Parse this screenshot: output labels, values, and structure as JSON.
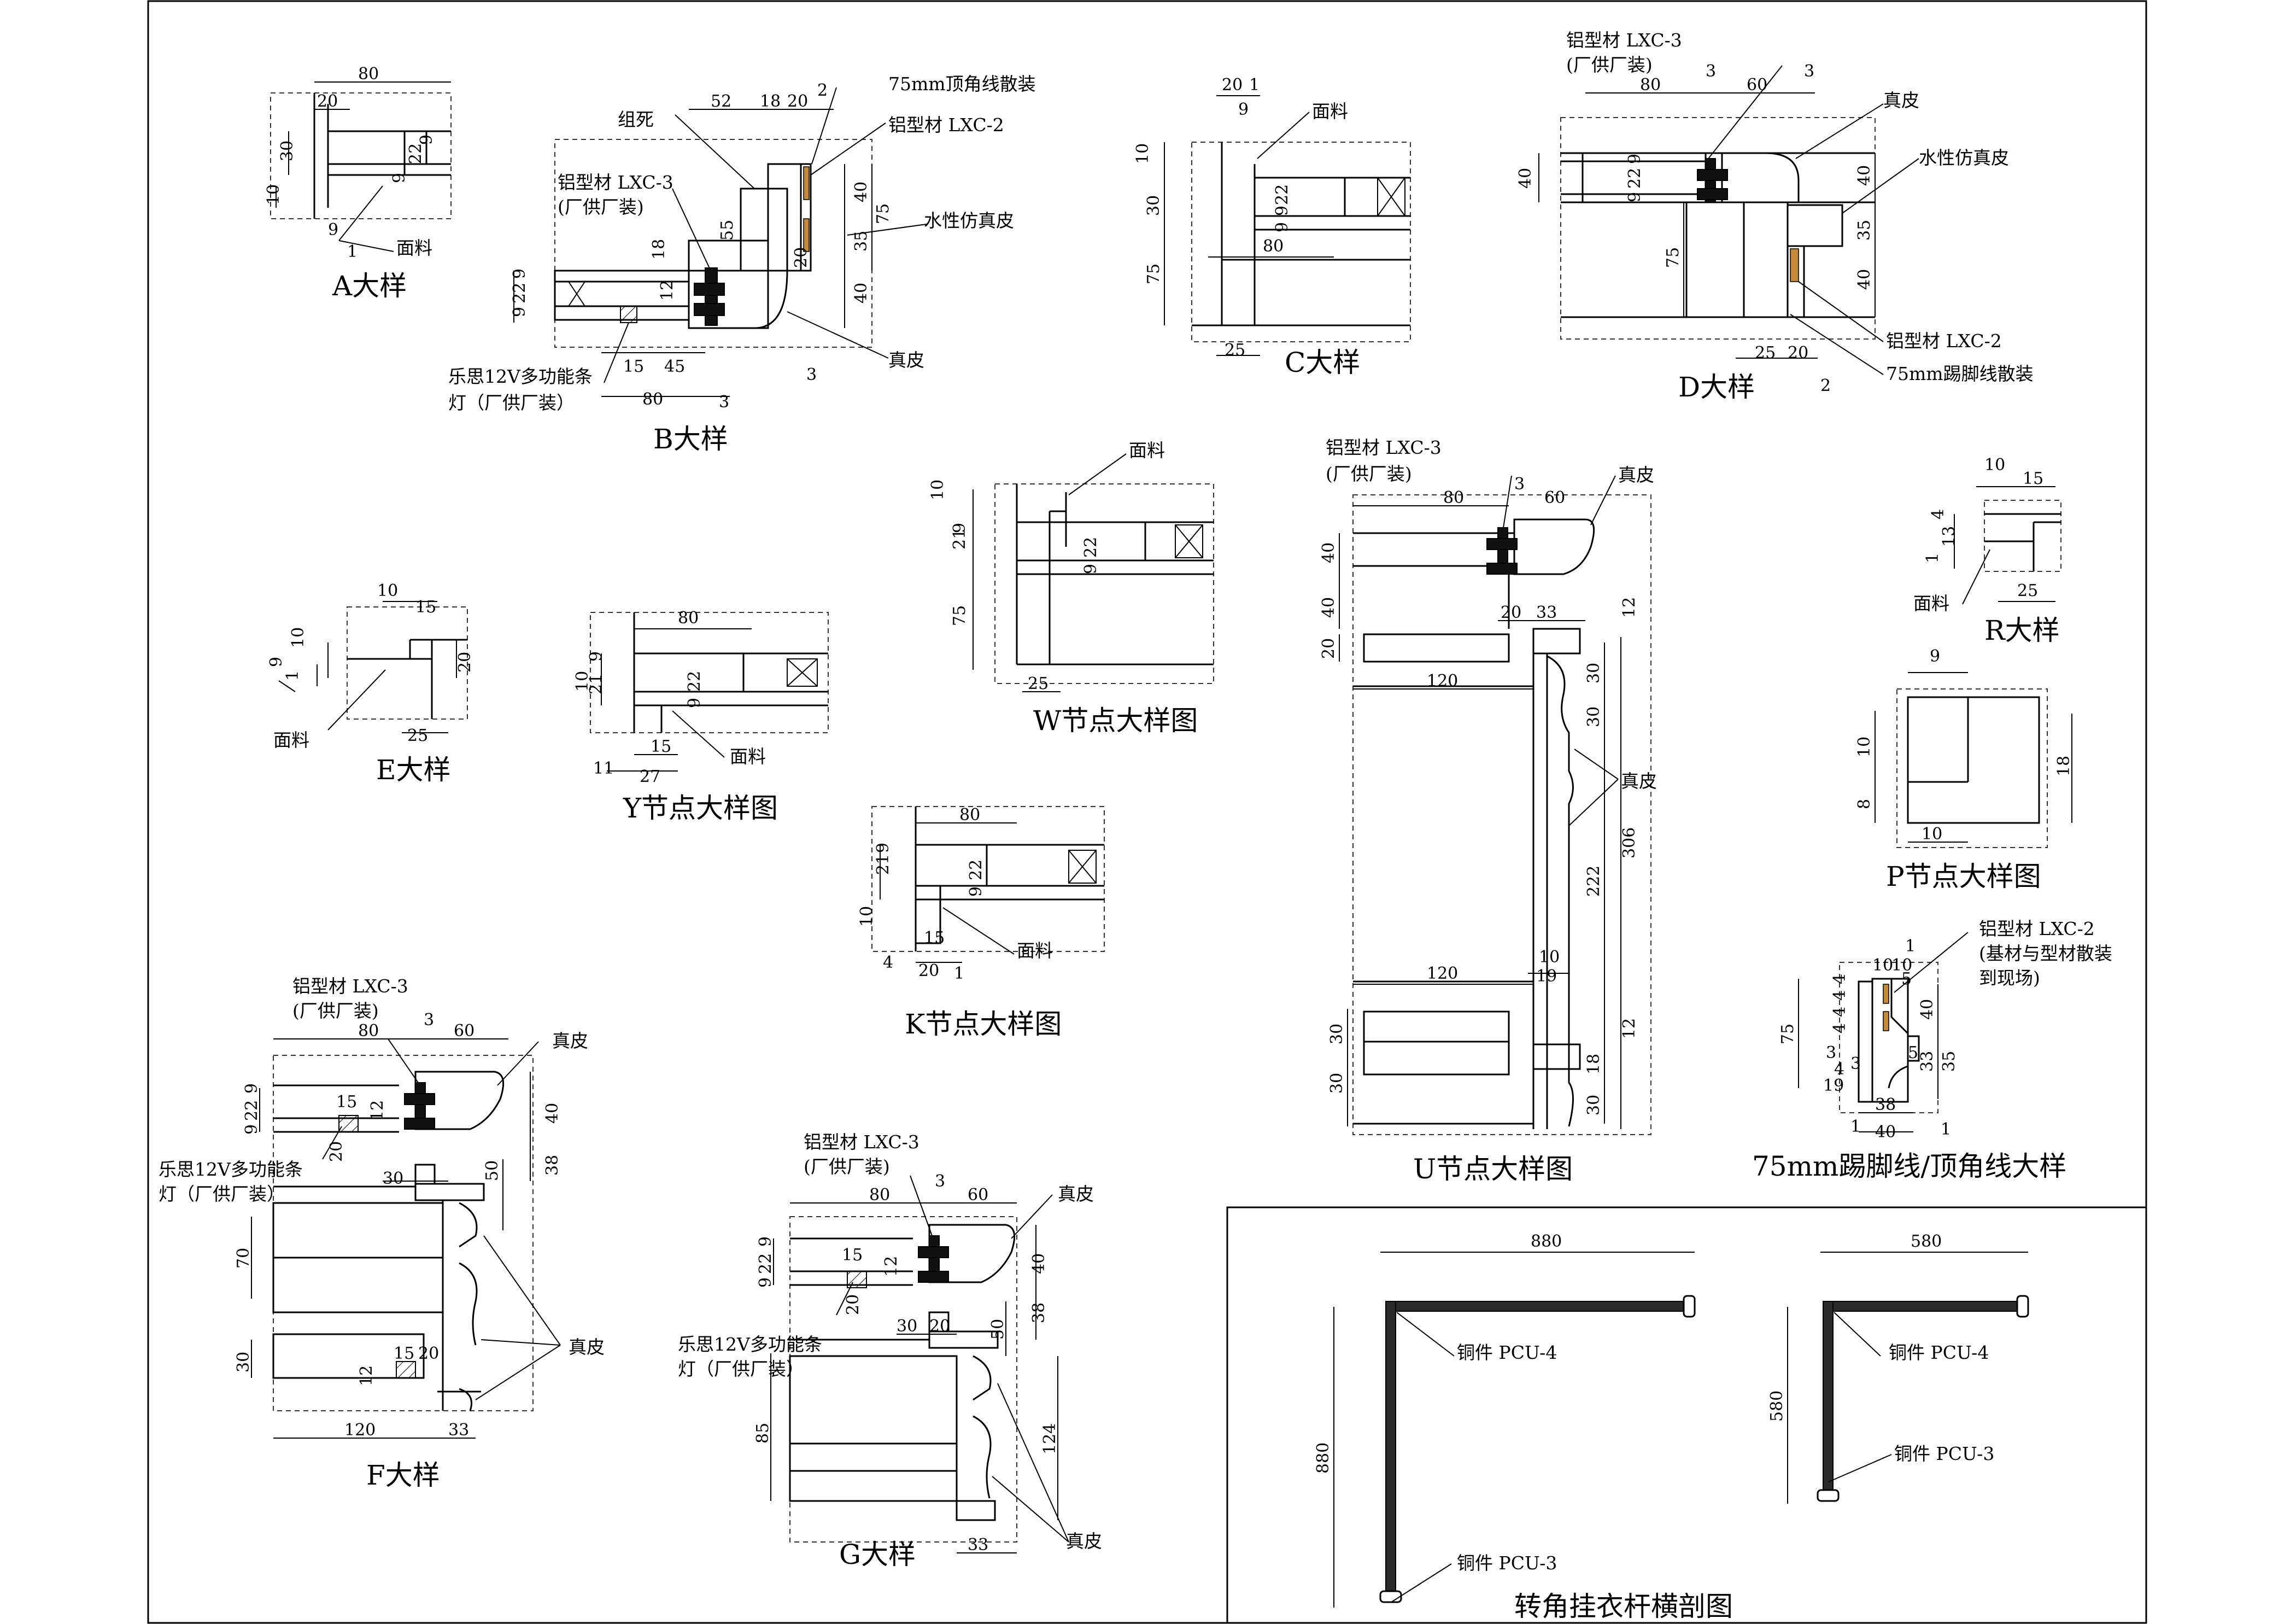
{
  "details": {
    "A": {
      "title": "A大样",
      "label_face": "面料",
      "dims": [
        "80",
        "20",
        "30",
        "22",
        "9",
        "9",
        "10",
        "9",
        "1"
      ]
    },
    "B": {
      "title": "B大样",
      "label_zusi": "组死",
      "label_top_line": "75mm顶角线散装",
      "label_lxc2": "铝型材 LXC-2",
      "label_lxc3": "铝型材 LXC-3",
      "label_lxc3_note": "(厂供厂装)",
      "label_water_leather": "水性仿真皮",
      "label_leather": "真皮",
      "label_light": "乐思12V多功能条",
      "label_light2": "灯（厂供厂装）",
      "dims": [
        "52",
        "18",
        "20",
        "2",
        "40",
        "75",
        "35",
        "20",
        "40",
        "55",
        "18",
        "12",
        "9",
        "22",
        "9",
        "15",
        "45",
        "80",
        "3",
        "3"
      ]
    },
    "C": {
      "title": "C大样",
      "label_face": "面料",
      "dims": [
        "20",
        "1",
        "9",
        "10",
        "30",
        "75",
        "22",
        "9",
        "9",
        "80",
        "25"
      ]
    },
    "D": {
      "title": "D大样",
      "label_lxc3": "铝型材 LXC-3",
      "label_lxc3_note": "(厂供厂装)",
      "label_leather": "真皮",
      "label_water_leather": "水性仿真皮",
      "label_lxc2": "铝型材 LXC-2",
      "label_skirting": "75mm踢脚线散装",
      "dims": [
        "3",
        "3",
        "80",
        "60",
        "40",
        "9",
        "22",
        "9",
        "40",
        "35",
        "75",
        "40",
        "25",
        "20",
        "2"
      ]
    },
    "E": {
      "title": "E大样",
      "label_face": "面料",
      "dims": [
        "10",
        "15",
        "9",
        "10",
        "1",
        "20",
        "25"
      ]
    },
    "Y": {
      "title": "Y节点大样图",
      "label_face": "面料",
      "dims": [
        "80",
        "10",
        "21",
        "9",
        "22",
        "9",
        "15",
        "11",
        "27"
      ]
    },
    "W": {
      "title": "W节点大样图",
      "label_face": "面料",
      "dims": [
        "10",
        "9",
        "21",
        "22",
        "9",
        "75",
        "25"
      ]
    },
    "K": {
      "title": "K节点大样图",
      "label_face": "面料",
      "dims": [
        "80",
        "21",
        "9",
        "22",
        "9",
        "10",
        "4",
        "15",
        "20",
        "1"
      ]
    },
    "U": {
      "title": "U节点大样图",
      "label_lxc3": "铝型材 LXC-3",
      "label_lxc3_note": "(厂供厂装)",
      "label_leather": "真皮",
      "label_leather2": "真皮",
      "dims": [
        "80",
        "3",
        "60",
        "40",
        "40",
        "20",
        "20",
        "33",
        "12",
        "120",
        "30",
        "30",
        "222",
        "306",
        "10",
        "19",
        "120",
        "30",
        "30",
        "12",
        "18",
        "30"
      ]
    },
    "R": {
      "title": "R大样",
      "label_face": "面料",
      "dims": [
        "10",
        "15",
        "4",
        "13",
        "1",
        "25"
      ]
    },
    "P": {
      "title": "P节点大样图",
      "dims": [
        "9",
        "10",
        "8",
        "18",
        "10"
      ]
    },
    "F": {
      "title": "F大样",
      "label_lxc3": "铝型材 LXC-3",
      "label_lxc3_note": "(厂供厂装)",
      "label_leather": "真皮",
      "label_leather2": "真皮",
      "label_light": "乐思12V多功能条",
      "label_light2": "灯（厂供厂装）",
      "dims": [
        "80",
        "3",
        "60",
        "9",
        "22",
        "9",
        "15",
        "12",
        "20",
        "30",
        "40",
        "38",
        "50",
        "70",
        "30",
        "15",
        "20",
        "12",
        "120",
        "33"
      ]
    },
    "G": {
      "title": "G大样",
      "label_lxc3": "铝型材 LXC-3",
      "label_lxc3_note": "(厂供厂装)",
      "label_leather": "真皮",
      "label_leather2": "真皮",
      "label_light": "乐思12V多功能条",
      "label_light2": "灯（厂供厂装）",
      "dims": [
        "80",
        "3",
        "60",
        "9",
        "22",
        "9",
        "15",
        "12",
        "20",
        "30",
        "20",
        "40",
        "38",
        "50",
        "85",
        "124",
        "33"
      ]
    },
    "SK": {
      "title": "75mm踢脚线/顶角线大样",
      "label_lxc2": "铝型材 LXC-2",
      "label_note1": "(基材与型材散装",
      "label_note2": "到现场)",
      "dims": [
        "1",
        "10",
        "10",
        "5",
        "75",
        "4",
        "4",
        "4",
        "4",
        "3",
        "4",
        "3",
        "19",
        "40",
        "35",
        "33",
        "5",
        "38",
        "40",
        "1",
        "1"
      ]
    },
    "HR": {
      "title": "转角挂衣杆横剖图",
      "label_pcu4": "铜件 PCU-4",
      "label_pcu3": "铜件 PCU-3",
      "label_pcu4b": "铜件 PCU-4",
      "label_pcu3b": "铜件 PCU-3",
      "dims": [
        "880",
        "880",
        "580",
        "580"
      ]
    }
  }
}
